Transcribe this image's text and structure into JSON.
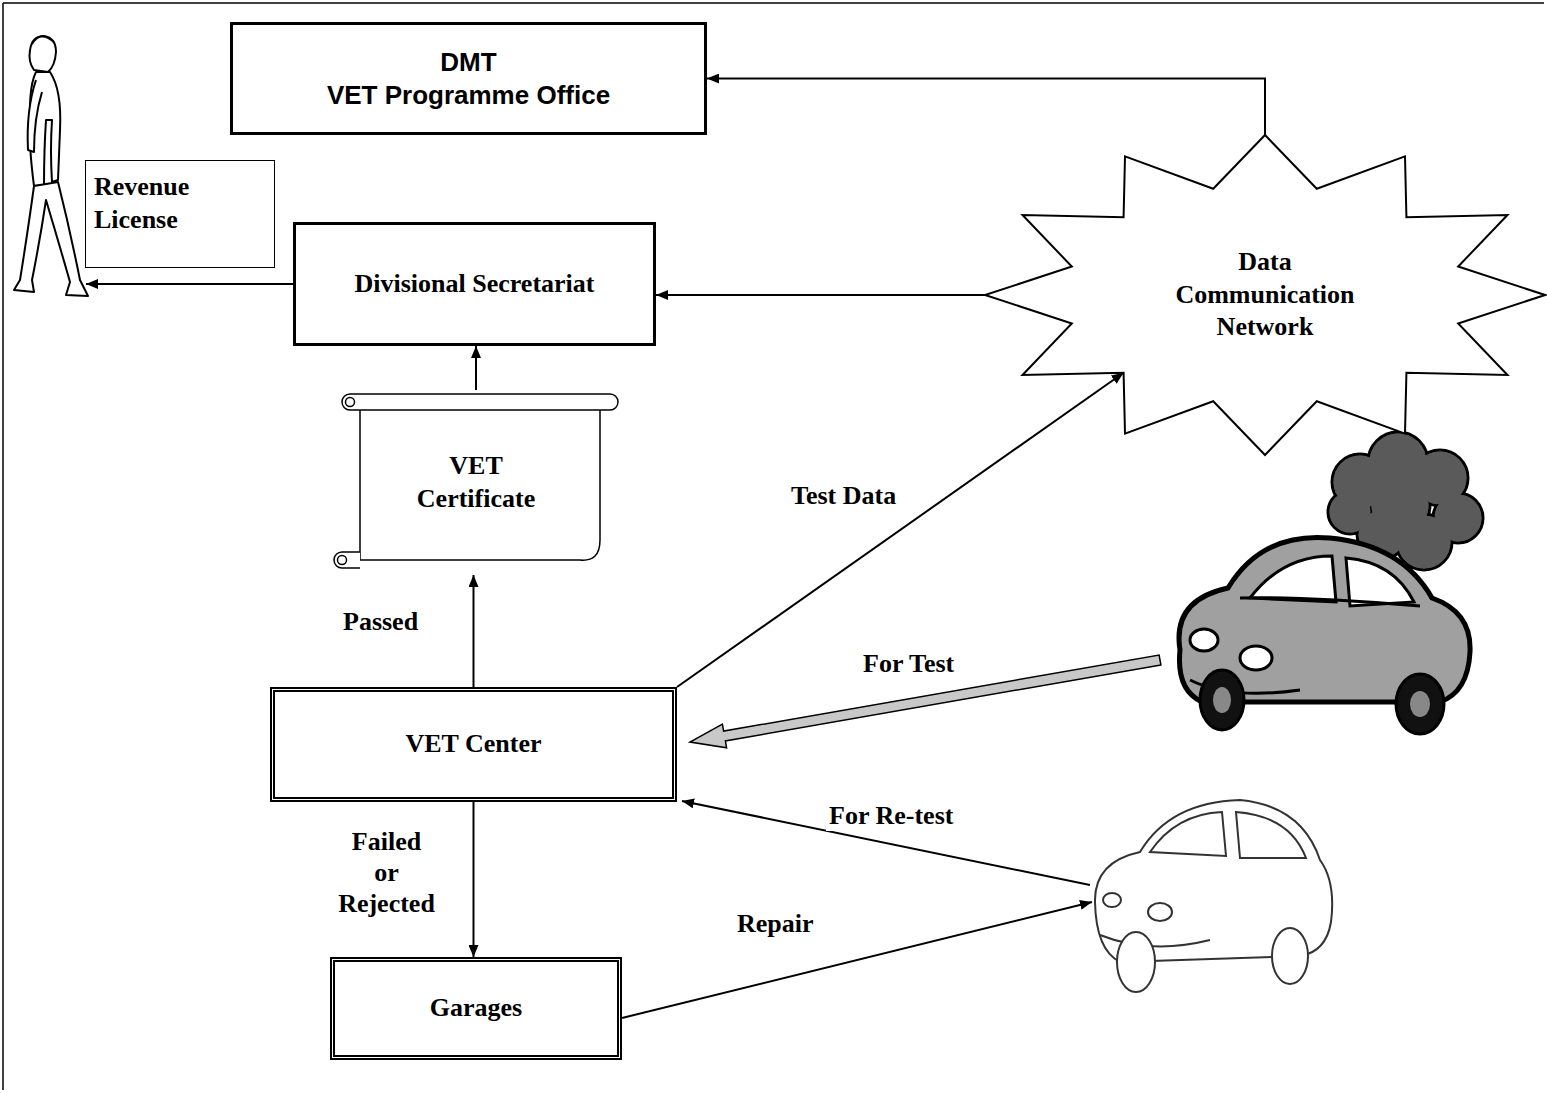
{
  "diagram": {
    "nodes": [
      {
        "text": [
          "DMT",
          "VET Programme Office"
        ]
      },
      {
        "text": [
          "Revenue License"
        ]
      },
      {
        "text": [
          "Divisional Secretariat"
        ]
      },
      {
        "text": [
          "Data Communication Network"
        ]
      },
      {
        "text": [
          "VET Certificate"
        ]
      },
      {
        "text": [
          "VET Center"
        ]
      },
      {
        "text": [
          "Garages"
        ]
      }
    ],
    "edges": [
      {
        "from": 3,
        "to": 0,
        "arrow": "to"
      },
      {
        "from": 3,
        "to": 2,
        "arrow": "to"
      },
      {
        "from": 5,
        "to": 3,
        "label": "Test Data",
        "arrow": "to"
      },
      {
        "from": 5,
        "to": 4,
        "label": "Passed",
        "arrow": "to"
      },
      {
        "from": 4,
        "to": 2,
        "arrow": "to"
      },
      {
        "from": 5,
        "to": 6,
        "label": "Failed or Rejected",
        "arrow": "to"
      }
    ],
    "labels": [
      "For Test",
      "For Re-test",
      "Repair"
    ]
  }
}
